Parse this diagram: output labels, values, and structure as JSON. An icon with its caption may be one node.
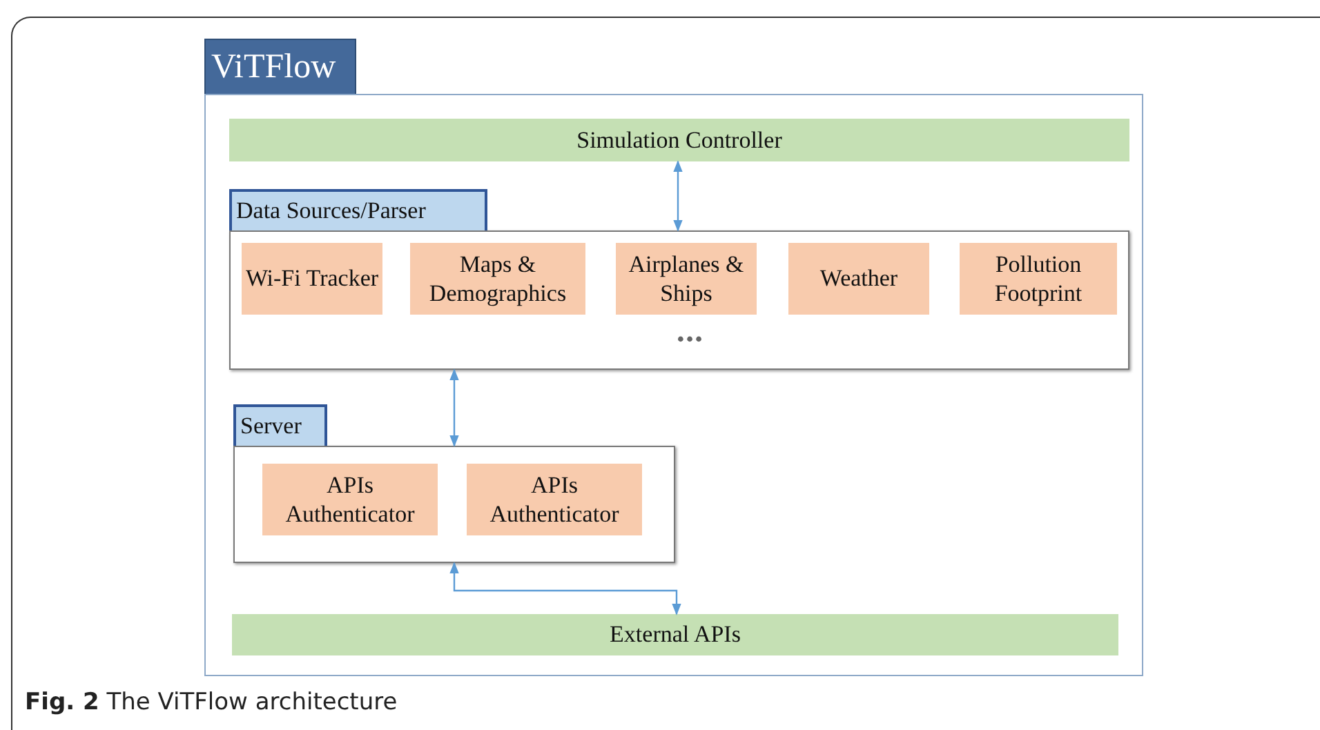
{
  "diagram": {
    "caption": "**Fig. 2** The ViTFlow architecture",
    "nodes": [
      {
        "text": [
          "ViTFlow"
        ]
      },
      {
        "text": [
          "Simulation Controller"
        ],
        "in": 0
      },
      {
        "text": [
          "Data Sources/Parser"
        ],
        "in": 0
      },
      {
        "text": [
          "Wi-Fi Tracker"
        ],
        "in": 2
      },
      {
        "text": [
          "Maps & Demographics"
        ],
        "in": 2
      },
      {
        "text": [
          "Airplanes & Ships"
        ],
        "in": 2
      },
      {
        "text": [
          "Weather"
        ],
        "in": 2
      },
      {
        "text": [
          "Pollution Footprint"
        ],
        "in": 2
      },
      {
        "text": [
          "Server"
        ],
        "in": 0
      },
      {
        "text": [
          "APIs Authenticator"
        ],
        "in": 8
      },
      {
        "text": [
          "APIs Authenticator"
        ],
        "in": 8
      },
      {
        "text": [
          "External APIs"
        ],
        "in": 0
      }
    ],
    "edges": [
      {
        "from": 1,
        "to": 2,
        "arrow": "both"
      },
      {
        "from": 2,
        "to": 8,
        "arrow": "both"
      },
      {
        "from": 8,
        "to": 11,
        "arrow": "both"
      }
    ],
    "labels": [
      "•••"
    ]
  }
}
